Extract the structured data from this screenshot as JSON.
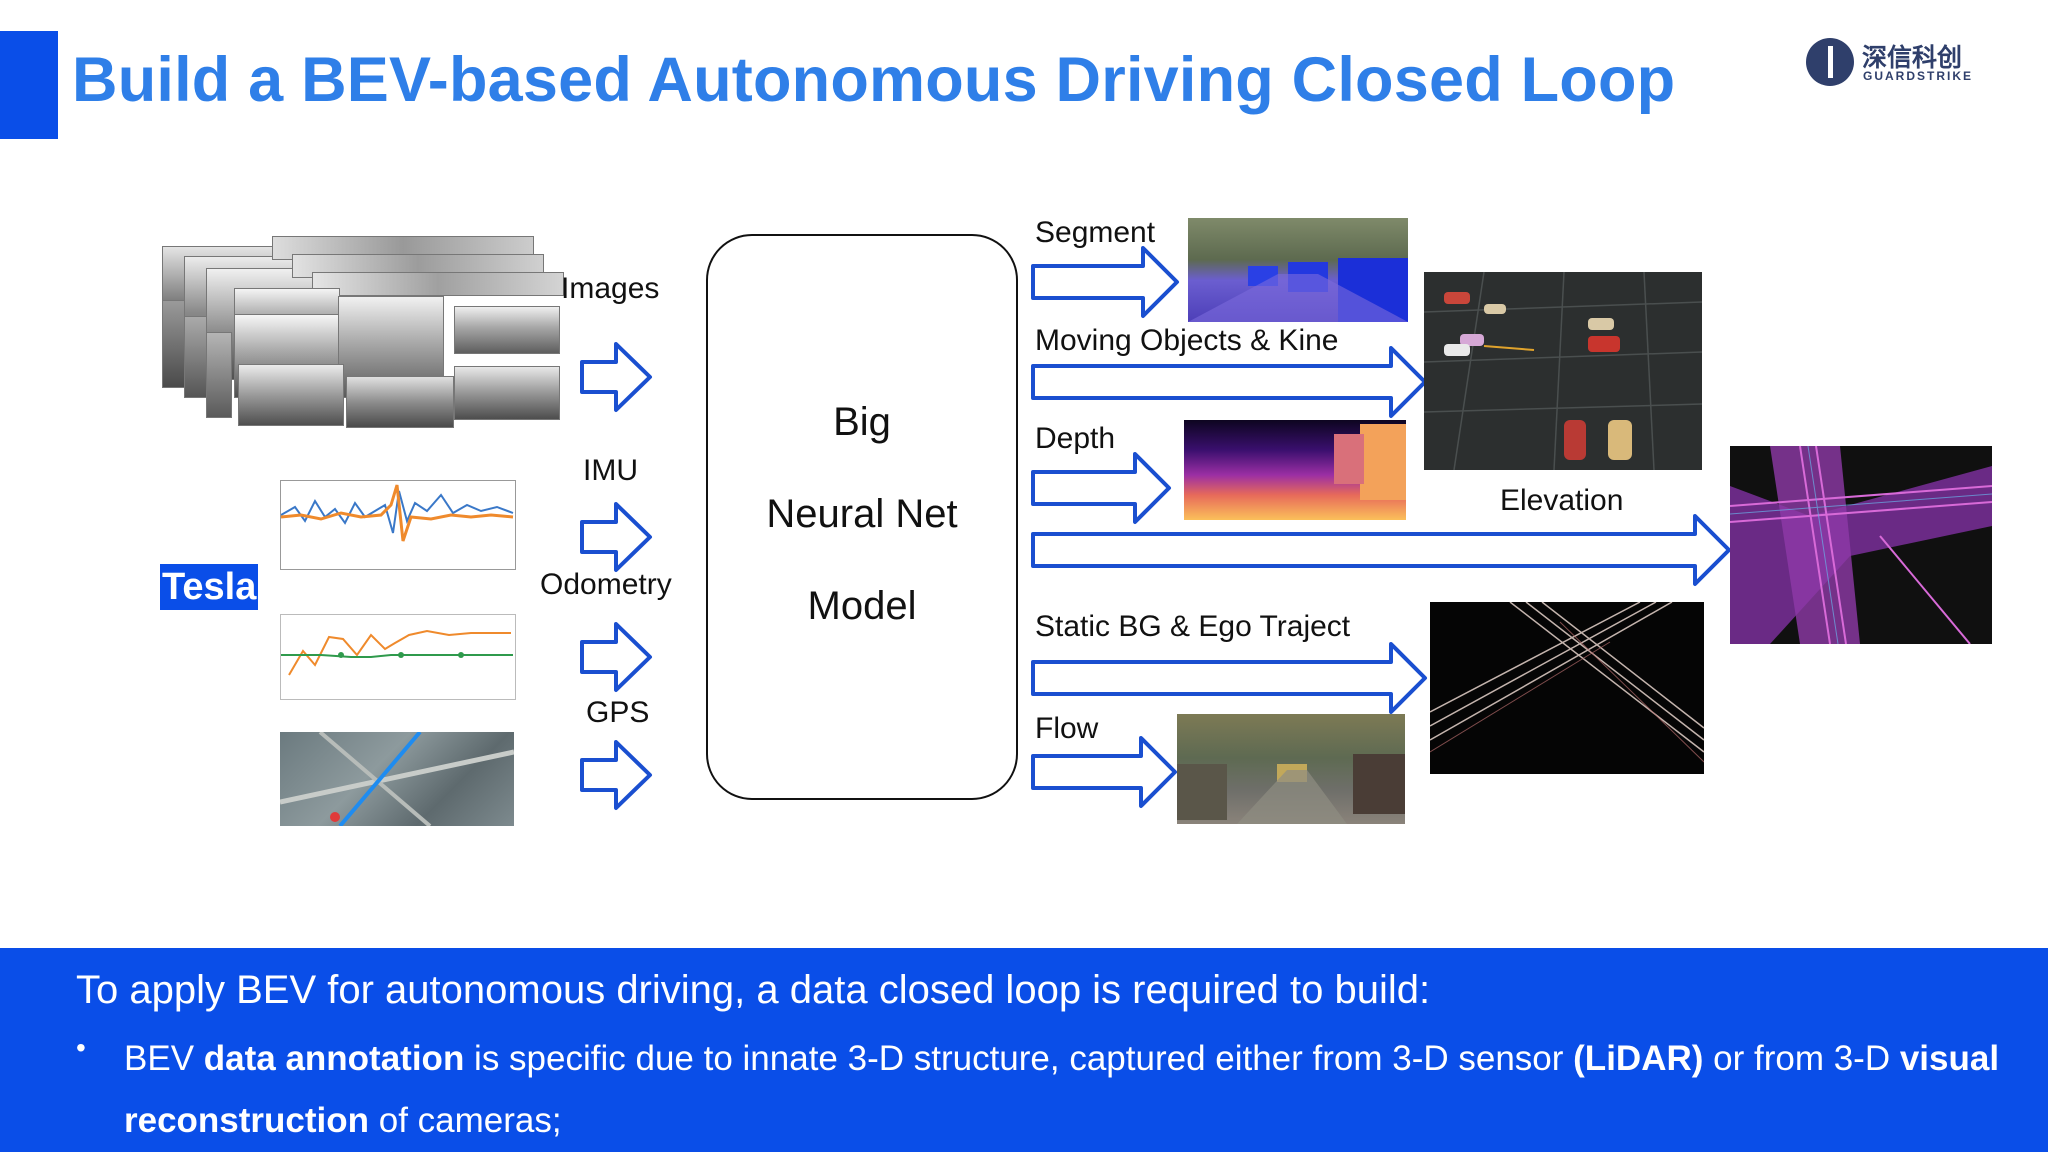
{
  "header": {
    "title": "Build a BEV-based Autonomous Driving Closed Loop",
    "logo_cn": "深信科创",
    "logo_en": "GUARDSTRIKE"
  },
  "inputs": {
    "source_label": "Tesla",
    "images_label": "Images",
    "imu_label": "IMU",
    "odometry_label": "Odometry",
    "gps_label": "GPS"
  },
  "model": {
    "line1": "Big",
    "line2": "Neural Net",
    "line3": "Model"
  },
  "outputs": {
    "segment_label": "Segment",
    "moving_label": "Moving Objects & Kine",
    "depth_label": "Depth",
    "static_label": "Static BG & Ego Traject",
    "flow_label": "Flow",
    "elevation_label": "Elevation"
  },
  "colors": {
    "accent": "#0a4ee8",
    "title": "#2f7fe8",
    "arrow": "#1a4fd0"
  },
  "footer": {
    "lead": "To apply BEV for autonomous driving, a data closed loop is required to build:",
    "bullet_p1": "BEV ",
    "bullet_b1": "data annotation",
    "bullet_p2": " is specific due to innate 3-D structure, captured either from 3-D sensor ",
    "bullet_b2": "(LiDAR)",
    "bullet_p3": " or from 3-D ",
    "bullet_b3": "visual reconstruction",
    "bullet_p4": " of cameras;"
  }
}
